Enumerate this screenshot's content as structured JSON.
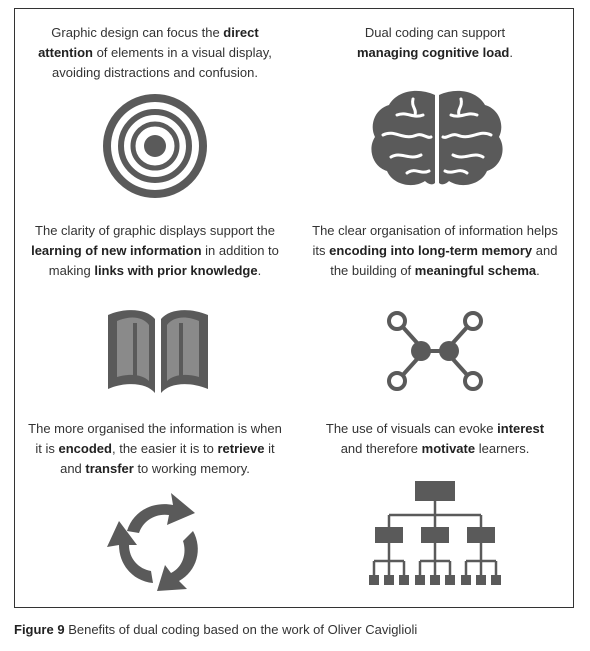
{
  "panels": [
    {
      "text": [
        {
          "t": "Graphic design can focus the "
        },
        {
          "t": "direct attention",
          "b": true
        },
        {
          "t": " of elements in a visual display, avoiding distractions and confusion."
        }
      ],
      "icon": "target-icon"
    },
    {
      "text": [
        {
          "t": "Dual coding can support "
        },
        {
          "t": "managing cognitive load",
          "b": true
        },
        {
          "t": "."
        }
      ],
      "icon": "brain-icon"
    },
    {
      "text": [
        {
          "t": "The clarity of graphic displays support the "
        },
        {
          "t": "learning of new information",
          "b": true
        },
        {
          "t": " in addition to making "
        },
        {
          "t": "links with prior knowledge",
          "b": true
        },
        {
          "t": "."
        }
      ],
      "icon": "open-book-icon"
    },
    {
      "text": [
        {
          "t": "The clear organisation of information helps its "
        },
        {
          "t": "encoding into long-term memory",
          "b": true
        },
        {
          "t": " and the building of "
        },
        {
          "t": "meaningful schema",
          "b": true
        },
        {
          "t": "."
        }
      ],
      "icon": "network-icon"
    },
    {
      "text": [
        {
          "t": "The more organised the information is when it is "
        },
        {
          "t": "encoded",
          "b": true
        },
        {
          "t": ", the easier it is to "
        },
        {
          "t": "retrieve",
          "b": true
        },
        {
          "t": " it and "
        },
        {
          "t": "transfer",
          "b": true
        },
        {
          "t": " to working memory."
        }
      ],
      "icon": "cycle-arrows-icon"
    },
    {
      "text": [
        {
          "t": "The use of visuals can evoke "
        },
        {
          "t": "interest",
          "b": true
        },
        {
          "t": " and therefore "
        },
        {
          "t": "motivate",
          "b": true
        },
        {
          "t": " learners."
        }
      ],
      "icon": "hierarchy-icon"
    }
  ],
  "caption": {
    "label": "Figure 9",
    "text": " Benefits of dual coding based on the work of Oliver Caviglioli"
  },
  "colors": {
    "icon": "#5a5a5a",
    "icon_light": "#8a8a8a",
    "border": "#333333"
  }
}
